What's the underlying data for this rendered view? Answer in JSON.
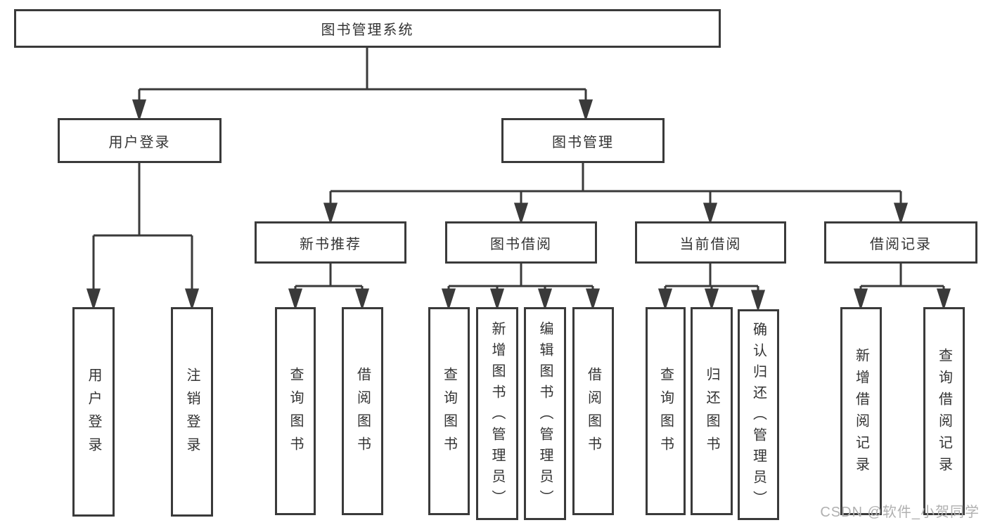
{
  "diagram": {
    "root": {
      "label": "图书管理系统"
    },
    "branches": [
      {
        "label": "用户登录",
        "children": [
          {
            "label": "用户登录"
          },
          {
            "label": "注销登录"
          }
        ]
      },
      {
        "label": "图书管理",
        "children": [
          {
            "label": "新书推荐",
            "children": [
              {
                "label": "查询图书"
              },
              {
                "label": "借阅图书"
              }
            ]
          },
          {
            "label": "图书借阅",
            "children": [
              {
                "label": "查询图书"
              },
              {
                "label": "新增图书（管理员）"
              },
              {
                "label": "编辑图书（管理员）"
              },
              {
                "label": "借阅图书"
              }
            ]
          },
          {
            "label": "当前借阅",
            "children": [
              {
                "label": "查询图书"
              },
              {
                "label": "归还图书"
              },
              {
                "label": "确认归还（管理员）"
              }
            ]
          },
          {
            "label": "借阅记录",
            "children": [
              {
                "label": "新增借阅记录"
              },
              {
                "label": "查询借阅记录"
              }
            ]
          }
        ]
      }
    ]
  },
  "watermark": {
    "text": "CSDN @软件_小贺同学"
  },
  "colors": {
    "line": "#3a3a3a",
    "text": "#333333",
    "background": "#ffffff",
    "watermark": "#b0b0b0"
  }
}
